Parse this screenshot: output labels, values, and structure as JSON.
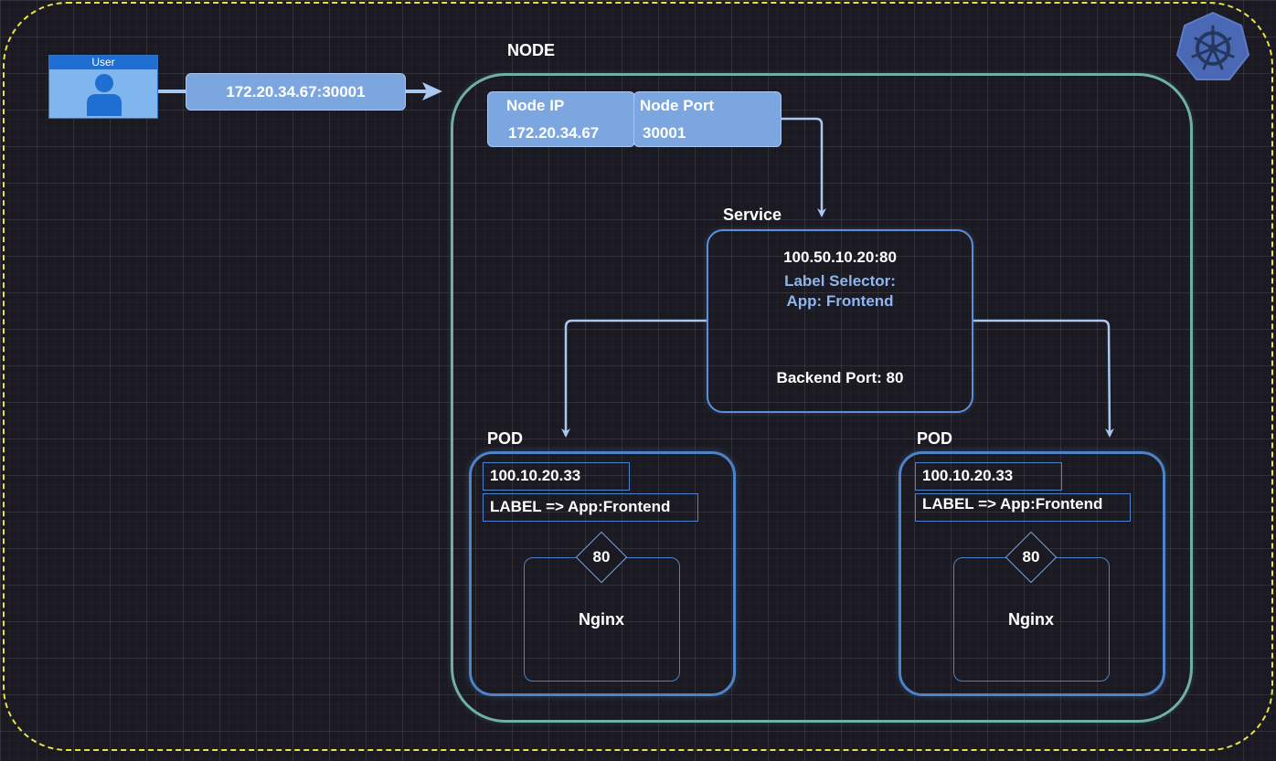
{
  "user": {
    "label": "User"
  },
  "endpoint": {
    "text": "172.20.34.67:30001"
  },
  "node": {
    "title": "NODE",
    "ip_label": "Node IP",
    "ip_value": "172.20.34.67",
    "port_label": "Node Port",
    "port_value": "30001"
  },
  "service": {
    "title": "Service",
    "address": "100.50.10.20:80",
    "selector_label": "Label Selector:",
    "selector_value": "App: Frontend",
    "backend_port": "Backend Port: 80"
  },
  "pods": [
    {
      "title": "POD",
      "ip": "100.10.20.33",
      "label": "LABEL => App:Frontend",
      "port": "80",
      "container": "Nginx"
    },
    {
      "title": "POD",
      "ip": "100.10.20.33",
      "label": "LABEL => App:Frontend",
      "port": "80",
      "container": "Nginx"
    }
  ],
  "colors": {
    "cluster_border": "#e8e24a",
    "node_border": "#6fb0a6",
    "pod_border": "#4d83c8",
    "connector": "#a9c7f0",
    "accent": "#7ba6e0"
  },
  "icons": [
    "kubernetes-icon",
    "person-icon"
  ]
}
